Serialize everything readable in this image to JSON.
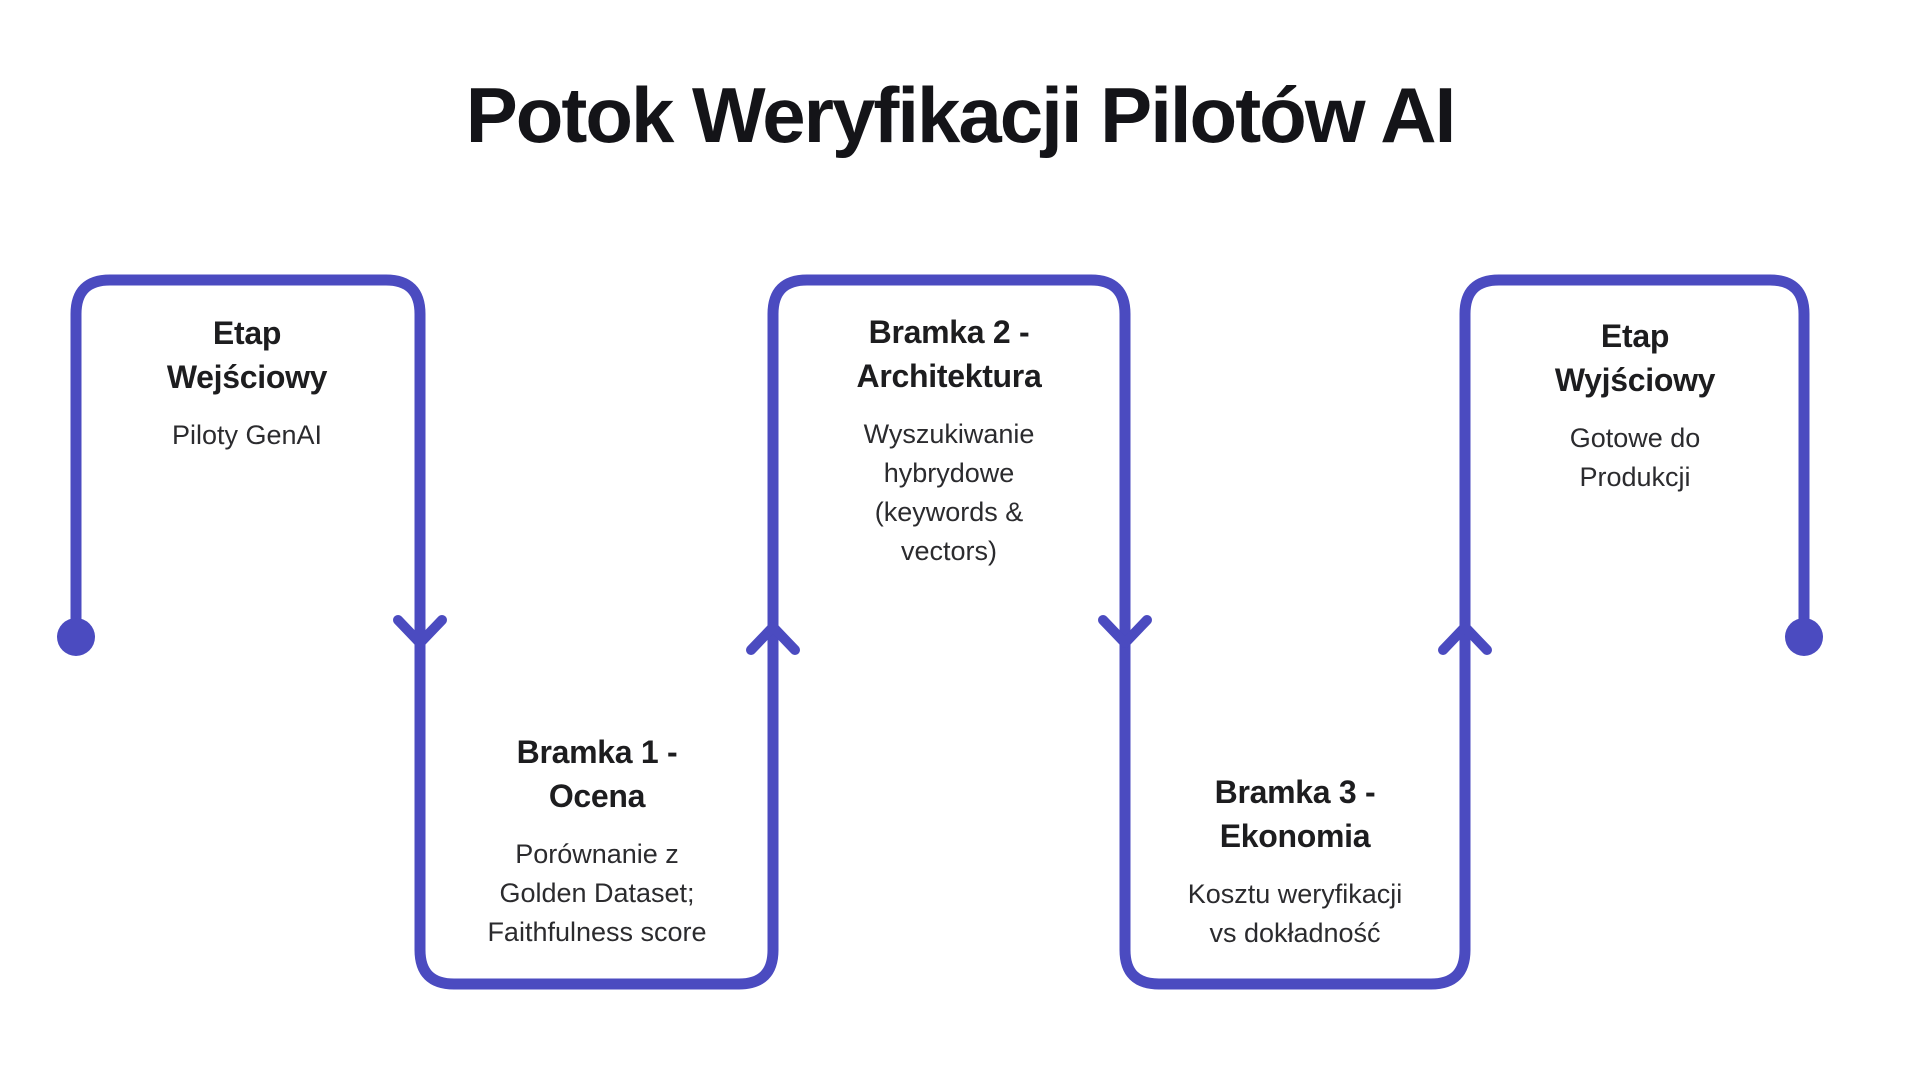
{
  "title": "Potok Weryfikacji Pilotów AI",
  "colors": {
    "accent": "#4B4BC0",
    "title_text": "#141418",
    "node_title_text": "#1D1D1F",
    "node_desc_text": "#2B2B2E",
    "background": "#FFFFFF"
  },
  "nodes": [
    {
      "id": "entry",
      "title": "Etap\nWejściowy",
      "description": "Piloty GenAI"
    },
    {
      "id": "gate1",
      "title": "Bramka 1 -\nOcena",
      "description": "Porównanie z\nGolden Dataset;\nFaithfulness score"
    },
    {
      "id": "gate2",
      "title": "Bramka 2 -\nArchitektura",
      "description": "Wyszukiwanie\nhybrydowe\n(keywords &\nvectors)"
    },
    {
      "id": "gate3",
      "title": "Bramka 3 -\nEkonomia",
      "description": "Kosztu weryfikacji\nvs dokładność"
    },
    {
      "id": "exit",
      "title": "Etap\nWyjściowy",
      "description": "Gotowe do\nProdukcji"
    }
  ]
}
